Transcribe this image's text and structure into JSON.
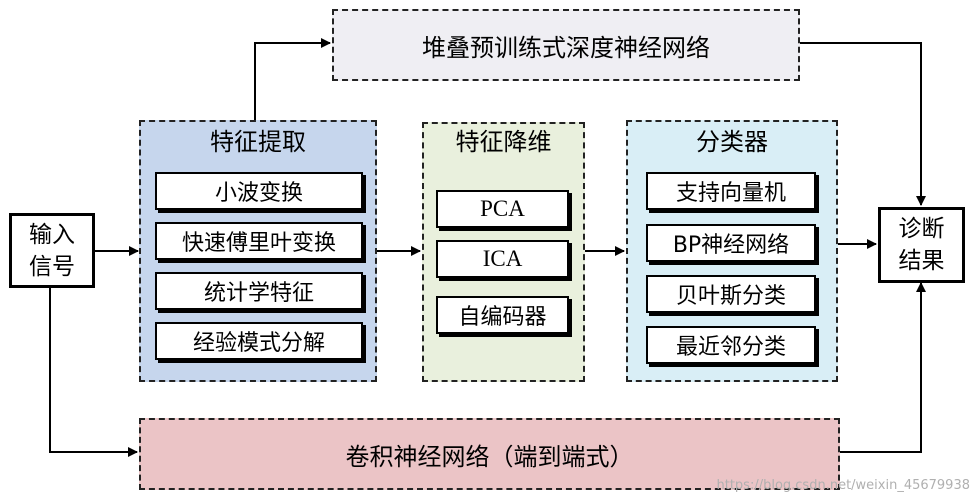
{
  "input": {
    "line1": "输入",
    "line2": "信号"
  },
  "output": {
    "line1": "诊断",
    "line2": "结果"
  },
  "top_banner": {
    "label": "堆叠预训练式深度神经网络"
  },
  "bottom_banner": {
    "label": "卷积神经网络（端到端式）"
  },
  "groups": {
    "feature_extraction": {
      "title": "特征提取",
      "items": [
        "小波变换",
        "快速傅里叶变换",
        "统计学特征",
        "经验模式分解"
      ]
    },
    "dimension_reduction": {
      "title": "特征降维",
      "items": [
        "PCA",
        "ICA",
        "自编码器"
      ]
    },
    "classifier": {
      "title": "分类器",
      "items": [
        "支持向量机",
        "BP神经网络",
        "贝叶斯分类",
        "最近邻分类"
      ]
    }
  },
  "watermark": "https://blog.csdn.net/weixin_45679938",
  "colors": {
    "feature_extraction_bg": "#c6d6ed",
    "dimension_reduction_bg": "#e9f0dd",
    "classifier_bg": "#d9eef6",
    "top_banner_bg": "#efeef3",
    "bottom_banner_bg": "#ebc4c6"
  }
}
